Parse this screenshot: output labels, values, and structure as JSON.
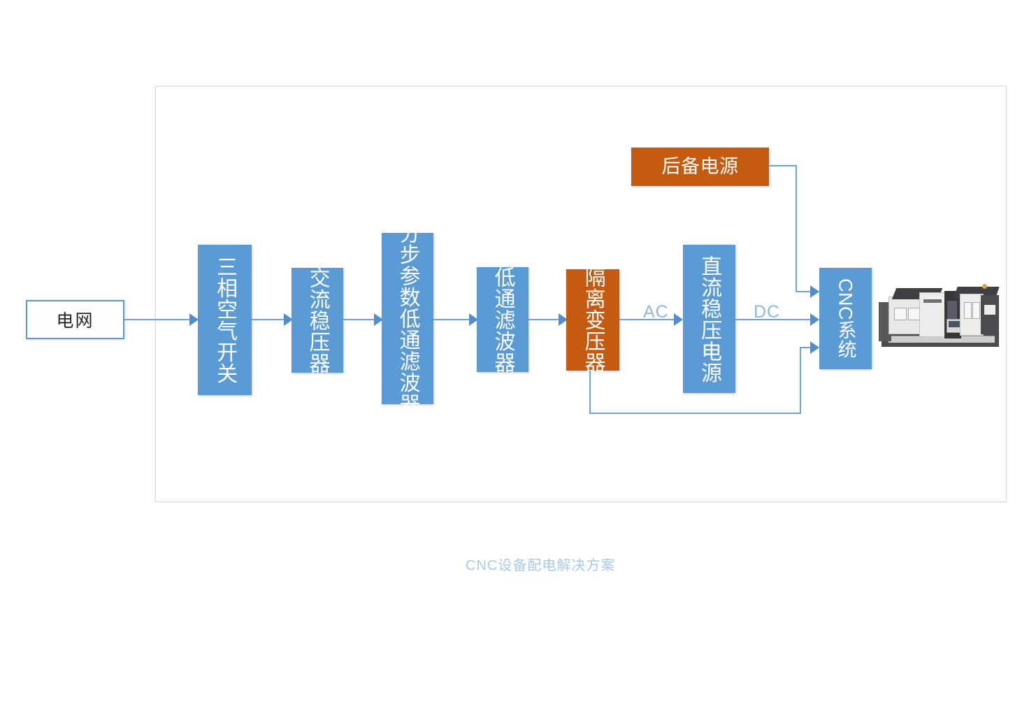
{
  "diagram": {
    "caption": "CNC设备配电解决方案",
    "colors": {
      "blue": "#5B9BD5",
      "orange": "#C55A11",
      "wire": "#6BA3DD",
      "caption_text": "#A8CBEB"
    },
    "source": {
      "label": "电网"
    },
    "nodes": [
      {
        "id": "breaker",
        "label": "三相空气开关",
        "color": "blue",
        "orientation": "vertical"
      },
      {
        "id": "ac-reg",
        "label": "交流稳压器",
        "color": "blue",
        "orientation": "vertical"
      },
      {
        "id": "step-lpf",
        "label": "分步参数低通滤波器",
        "color": "blue",
        "orientation": "vertical"
      },
      {
        "id": "lpf",
        "label": "低通滤波器",
        "color": "blue",
        "orientation": "vertical"
      },
      {
        "id": "iso-xfmr",
        "label": "隔离变压器",
        "color": "orange",
        "orientation": "vertical"
      },
      {
        "id": "dc-supply",
        "label": "直流稳压电源",
        "color": "blue",
        "orientation": "vertical"
      },
      {
        "id": "cnc",
        "label": "CNC系统",
        "color": "blue",
        "orientation": "vertical"
      },
      {
        "id": "backup",
        "label": "后备电源",
        "color": "orange",
        "orientation": "horizontal"
      }
    ],
    "flow_labels": [
      {
        "id": "ac",
        "label": "AC"
      },
      {
        "id": "dc",
        "label": "DC"
      }
    ],
    "equipment_photo": {
      "alt": "CNC machining center"
    }
  }
}
